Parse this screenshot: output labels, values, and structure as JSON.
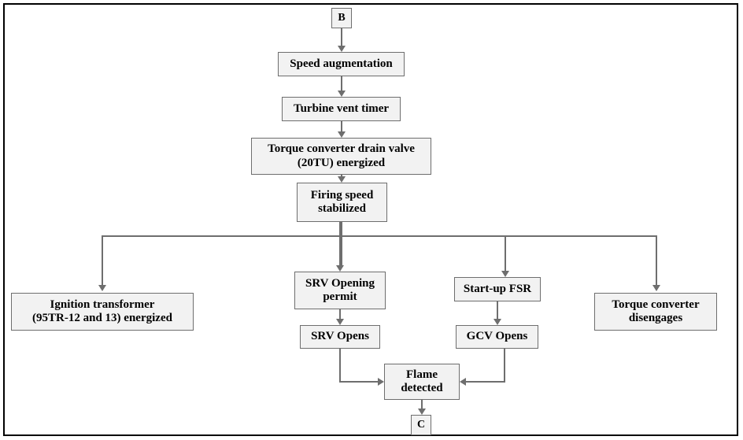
{
  "diagram": {
    "title": "Gas turbine start-up sequence flowchart (segment B to C)",
    "colors": {
      "node_fill": "#f2f2f2",
      "node_border": "#6e6e6e",
      "connector": "#6e6e6e",
      "frame": "#000000",
      "background": "#ffffff"
    },
    "nodes": {
      "entry": {
        "label": "B"
      },
      "speed_augmentation": {
        "label": "Speed augmentation"
      },
      "turbine_vent_timer": {
        "label": "Turbine vent timer"
      },
      "torque_converter_drain": {
        "label": "Torque converter drain valve (20TU) energized",
        "line1": "Torque converter drain valve",
        "line2": "(20TU) energized"
      },
      "firing_speed": {
        "label": "Firing speed stabilized",
        "line1": "Firing speed",
        "line2": "stabilized"
      },
      "ignition_transformer": {
        "label": "Ignition transformer (95TR-12 and 13) energized",
        "line1": "Ignition transformer",
        "line2": "(95TR-12 and 13) energized"
      },
      "srv_opening_permit": {
        "label": "SRV Opening permit",
        "line1": "SRV Opening",
        "line2": "permit"
      },
      "startup_fsr": {
        "label": "Start-up FSR"
      },
      "torque_converter_disengages": {
        "label": "Torque converter disengages",
        "line1": "Torque converter",
        "line2": "disengages"
      },
      "srv_opens": {
        "label": "SRV Opens"
      },
      "gcv_opens": {
        "label": "GCV Opens"
      },
      "flame_detected": {
        "label": "Flame detected",
        "line1": "Flame",
        "line2": "detected"
      },
      "exit": {
        "label": "C"
      }
    }
  }
}
